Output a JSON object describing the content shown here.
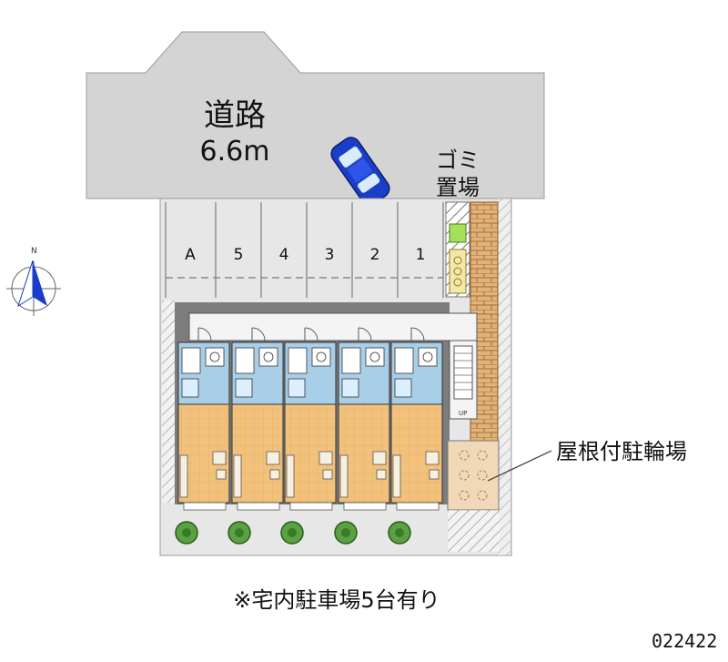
{
  "road": {
    "name": "道路",
    "width": "6.6m"
  },
  "trash_area": {
    "line1": "ゴミ",
    "line2": "置場"
  },
  "compass": {
    "north": "N"
  },
  "parking": {
    "slots": [
      "A",
      "5",
      "4",
      "3",
      "2",
      "1"
    ]
  },
  "bicycle_parking": {
    "label": "屋根付駐輪場"
  },
  "stairs": {
    "label": "UP"
  },
  "note": "※宅内駐車場5台有り",
  "property_code": "022422",
  "colors": {
    "road": "#d4d4d4",
    "lot": "#e7e7e7",
    "bath": "#a9cfe8",
    "room": "#f2c27c",
    "brick": "#e3b278",
    "car": "#1b3ec8"
  }
}
